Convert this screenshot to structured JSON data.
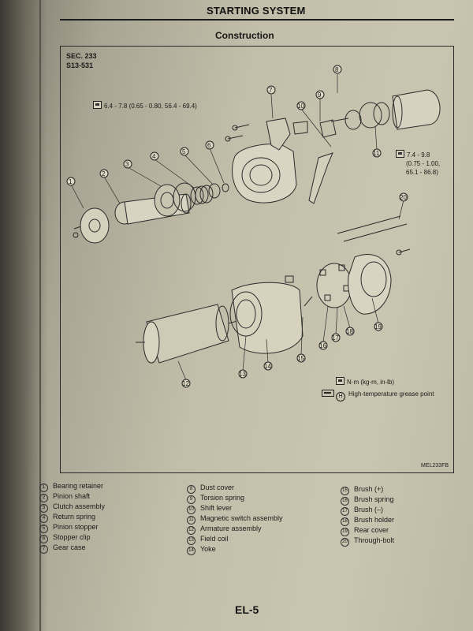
{
  "header": {
    "title": "STARTING SYSTEM",
    "subtitle": "Construction"
  },
  "figure": {
    "sec": "SEC. 233",
    "code": "S13-531",
    "torque_1": "6.4 - 7.8 (0.65 - 0.80, 56.4 - 69.4)",
    "torque_2": [
      "7.4 - 9.8",
      "(0.75 - 1.00,",
      "65.1 - 86.8)"
    ],
    "legend_torque": "N·m (kg-m, in-lb)",
    "legend_grease": "High-temperature grease point",
    "grease_symbol": "H",
    "figure_id": "MEL233FB",
    "callouts": [
      "1",
      "2",
      "3",
      "4",
      "5",
      "6",
      "7",
      "8",
      "9",
      "10",
      "11",
      "12",
      "13",
      "14",
      "15",
      "16",
      "17",
      "18",
      "19",
      "20"
    ]
  },
  "parts": {
    "col1": [
      {
        "n": "1",
        "label": "Bearing retainer"
      },
      {
        "n": "2",
        "label": "Pinion shaft"
      },
      {
        "n": "3",
        "label": "Clutch assembly"
      },
      {
        "n": "4",
        "label": "Return spring"
      },
      {
        "n": "5",
        "label": "Pinion stopper"
      },
      {
        "n": "6",
        "label": "Stopper clip"
      },
      {
        "n": "7",
        "label": "Gear case"
      }
    ],
    "col2": [
      {
        "n": "8",
        "label": "Dust cover"
      },
      {
        "n": "9",
        "label": "Torsion spring"
      },
      {
        "n": "10",
        "label": "Shift lever"
      },
      {
        "n": "11",
        "label": "Magnetic switch assembly"
      },
      {
        "n": "12",
        "label": "Armature assembly"
      },
      {
        "n": "13",
        "label": "Field coil"
      },
      {
        "n": "14",
        "label": "Yoke"
      }
    ],
    "col3": [
      {
        "n": "15",
        "label": "Brush (+)"
      },
      {
        "n": "16",
        "label": "Brush spring"
      },
      {
        "n": "17",
        "label": "Brush (–)"
      },
      {
        "n": "18",
        "label": "Brush holder"
      },
      {
        "n": "19",
        "label": "Rear cover"
      },
      {
        "n": "20",
        "label": "Through-bolt"
      }
    ]
  },
  "footer": {
    "page": "EL-5"
  }
}
